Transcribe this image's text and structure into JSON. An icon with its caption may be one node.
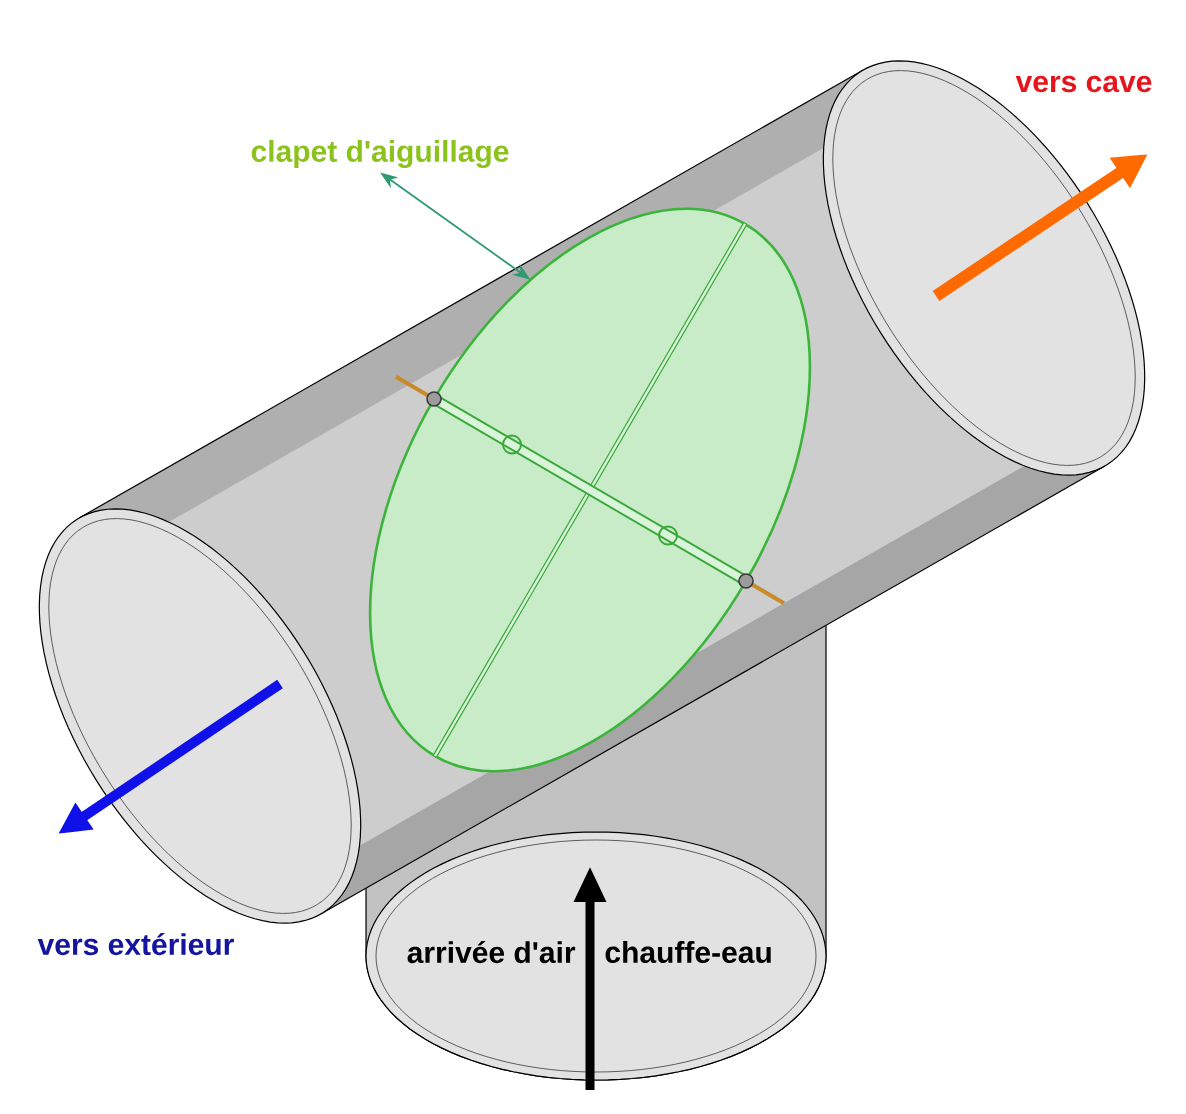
{
  "diagram": {
    "nodes": [
      {
        "text": [
          "clapet d'aiguillage"
        ]
      },
      {
        "text": [],
        "shape": "ellipse"
      }
    ],
    "edges": [
      {
        "from": 0,
        "to": 1,
        "arrow": "both",
        "color": "#2e9a70"
      }
    ],
    "labels": [
      "vers cave",
      "vers extérieur",
      "arrivée d'air",
      "chauffe-eau"
    ]
  }
}
